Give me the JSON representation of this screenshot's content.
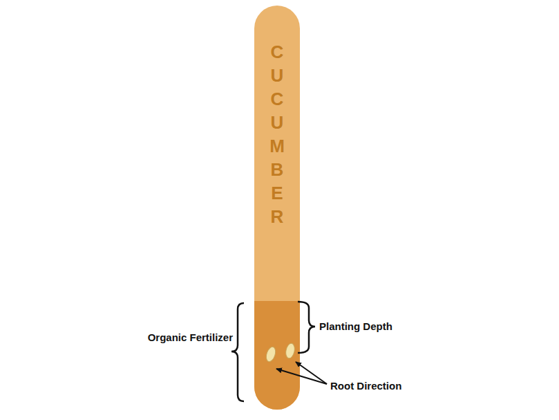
{
  "diagram": {
    "nodes": [
      {
        "text": [
          "CUCUMBER"
        ]
      }
    ],
    "labels": [
      "Organic Fertilizer",
      "Planting Depth",
      "Root Direction"
    ]
  }
}
